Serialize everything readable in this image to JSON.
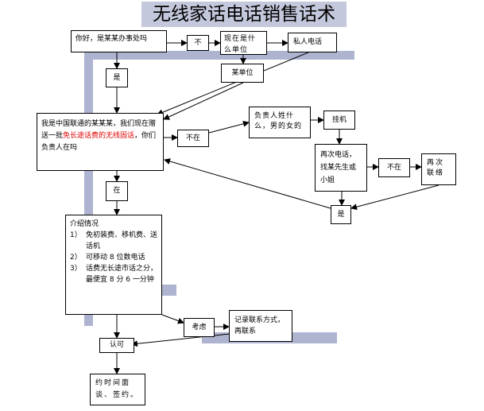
{
  "title": "无线家话电话销售话术",
  "nodes": {
    "greeting": "你好，是某某办事处吗",
    "no_1": "不",
    "now_where": "现在是什么单位",
    "private_phone": "私人电话",
    "yes_1": "是",
    "some_unit": "某单位",
    "intro_pre": "我是中国联通的某某某，我们现在赠送一批",
    "intro_red": "免长途话费的无线固话",
    "intro_post": "，你们负责人在吗",
    "not_in": "不在",
    "leader_name": "负责人姓什么，男的女的",
    "hang_up": "挂机",
    "call_again": "再次电话，找某先生或小姐",
    "no_2": "不在",
    "call_again_later": "再次联络",
    "yes_2": "是",
    "in": "在",
    "consider": "考虑",
    "record_contact": "记录联系方式，再联系",
    "approve": "认可",
    "appointment": "约时间面谈、签约。"
  },
  "intro_list": {
    "heading": "介绍情况",
    "items": [
      {
        "num": "1）",
        "text": "免初装费、移机费、送话机"
      },
      {
        "num": "2）",
        "text": "可移动 8 位数电话"
      },
      {
        "num": "3）",
        "text": "话费无长途市话之分，最便宜 8 分 6 一分钟"
      }
    ]
  }
}
